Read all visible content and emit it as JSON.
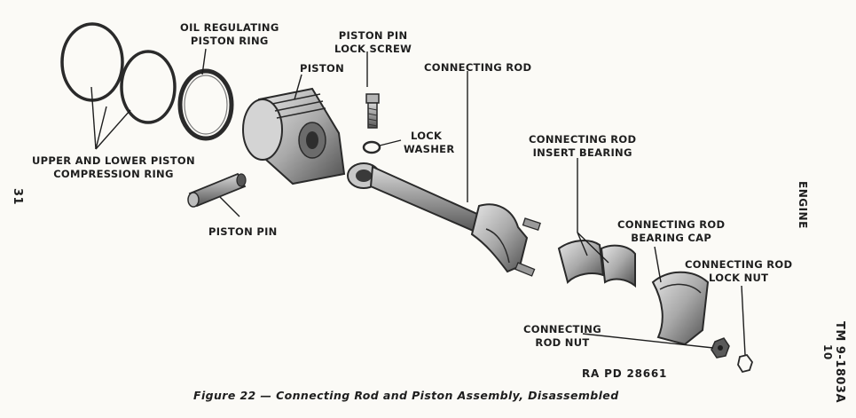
{
  "labels": {
    "oil_ring": [
      "OIL REGULATING",
      "PISTON RING"
    ],
    "piston": "PISTON",
    "lock_screw": [
      "PISTON PIN",
      "LOCK SCREW"
    ],
    "connecting_rod": "CONNECTING ROD",
    "lock_washer": [
      "LOCK",
      "WASHER"
    ],
    "compression_ring": [
      "UPPER AND LOWER PISTON",
      "COMPRESSION RING"
    ],
    "piston_pin": "PISTON PIN",
    "insert_bearing": [
      "CONNECTING ROD",
      "INSERT BEARING"
    ],
    "bearing_cap": [
      "CONNECTING ROD",
      "BEARING CAP"
    ],
    "lock_nut": [
      "CONNECTING ROD",
      "LOCK NUT"
    ],
    "rod_nut": [
      "CONNECTING",
      "ROD NUT"
    ]
  },
  "caption": "Figure 22 — Connecting Rod and Piston Assembly, Disassembled",
  "reference": "RA PD 28661",
  "margin": {
    "page_number": "31",
    "section": "ENGINE",
    "manual_id": "TM 9-1803A",
    "manual_sub": "10"
  },
  "colors": {
    "ink": "#1e1e1e",
    "paper": "#fbfaf6",
    "metal_mid": "#9a9a9a",
    "metal_dark": "#4a4a4a"
  }
}
